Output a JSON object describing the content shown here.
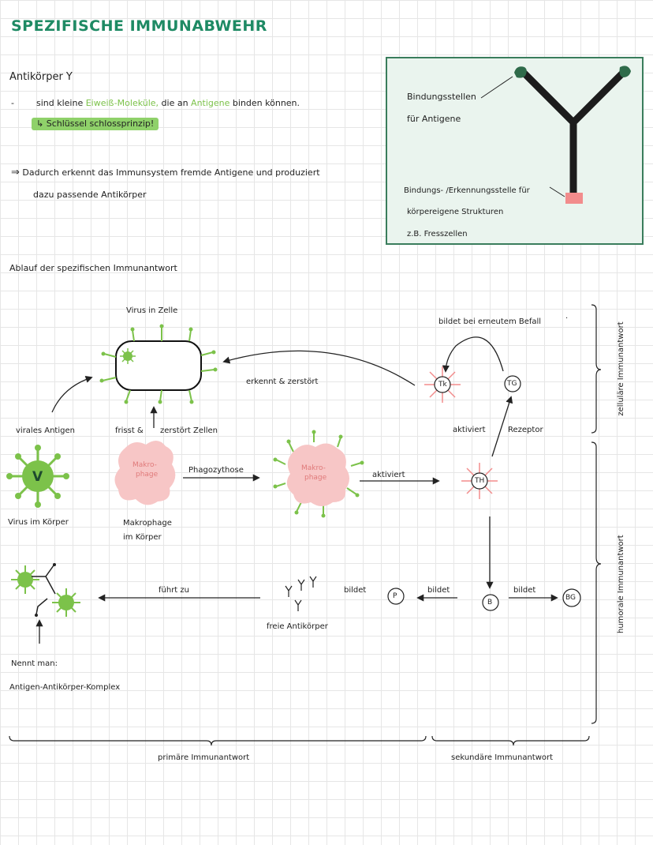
{
  "title": "SPEZIFISCHE IMMUNABWEHR",
  "antikoerper": {
    "heading": "Antikörper Y",
    "bullet_dash": "-",
    "line1_a": "sind kleine",
    "line1_b": "Eiweiß-Moleküle,",
    "line1_c": "die an",
    "line1_d": "Antigene",
    "line1_e": "binden können.",
    "line2_arrow": "↳",
    "line2": "Schlüssel schlossprinzip!",
    "line3_arrow": "⇒",
    "line3": "Dadurch erkennt das Immunsystem fremde Antigene und produziert",
    "line4": "dazu passende Antikörper"
  },
  "info_box": {
    "binding_l1": "Bindungsstellen",
    "binding_l2": "für Antigene",
    "recog_l1": "Bindungs- /Erkennungsstelle für",
    "recog_l2": "körpereigene Strukturen",
    "recog_l3": "z.B. Fresszellen"
  },
  "section_title": "Ablauf der spezifischen Immunantwort",
  "diagram": {
    "virus_in_zelle": "Virus in Zelle",
    "virales_antigen": "virales Antigen",
    "frisst": "frisst &",
    "zerstoert_zellen": "zerstört Zellen",
    "virus_letter": "V",
    "virus_im_koerper": "Virus im Körper",
    "makrophage": "Makro-",
    "makrophage2": "phage",
    "makrophage_im_koerper_l1": "Makrophage",
    "makrophage_im_koerper_l2": "im Körper",
    "phagozythose": "Phagozythose",
    "aktiviert1": "aktiviert",
    "erkennt": "erkennt & zerstört",
    "bildet_befall": "bildet bei erneutem Befall",
    "befall_dot": "·",
    "tk": "Tk",
    "tg": "TG",
    "th": "TH",
    "aktiviert2": "aktiviert",
    "rezeptor": "Rezeptor",
    "b": "B",
    "p": "P",
    "bg": "BG",
    "bildet1": "bildet",
    "bildet2": "bildet",
    "bildet3": "bildet",
    "fuehrt_zu": "führt zu",
    "freie_antikoerper": "freie Antikörper",
    "nennt_man": "Nennt man:",
    "komplex": "Antigen-Antikörper-Komplex",
    "primaer": "primäre Immunantwort",
    "sekundaer": "sekundäre Immunantwort",
    "zellulaer": "zelluläre Immunantwort",
    "humoral": "humorale Immunantwort"
  },
  "colors": {
    "title": "#1e8a64",
    "green": "#7cc24a",
    "pink": "#f7c6c6",
    "salmon": "#f28c8c",
    "dark_green": "#2f6b4a"
  }
}
